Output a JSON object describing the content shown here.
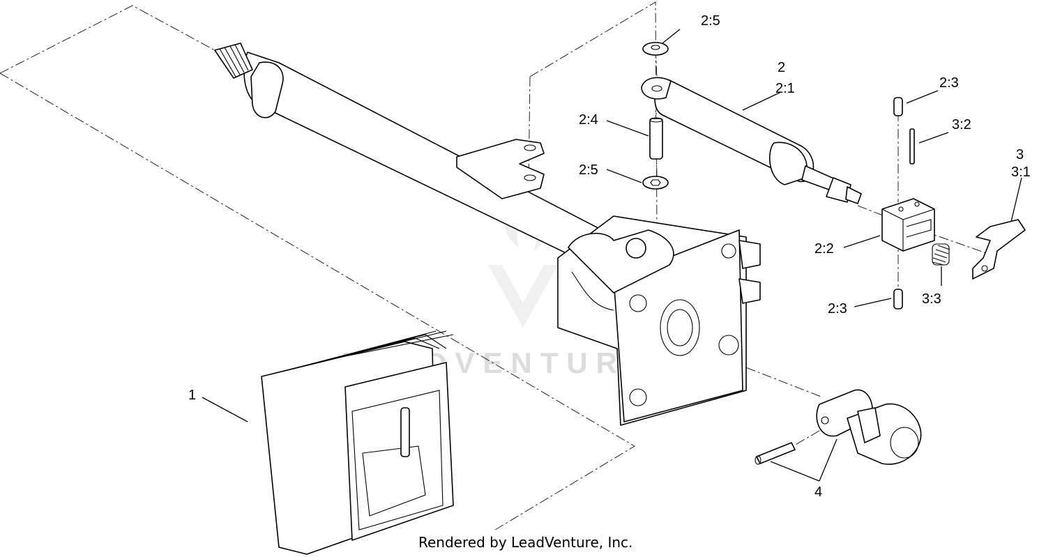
{
  "callouts": {
    "c1": "1",
    "c2": "2",
    "c2_1": "2:1",
    "c2_2": "2:2",
    "c2_3_top": "2:3",
    "c2_3_bottom": "2:3",
    "c2_4": "2:4",
    "c2_5_top": "2:5",
    "c2_5_bottom": "2:5",
    "c3": "3",
    "c3_1": "3:1",
    "c3_2": "3:2",
    "c3_3": "3:3",
    "c4": "4"
  },
  "watermark": "LEADVENTURE",
  "footer": "Rendered by LeadVenture, Inc.",
  "colors": {
    "line": "#000000",
    "watermark": "#dcdcdc",
    "background": "#ffffff"
  }
}
